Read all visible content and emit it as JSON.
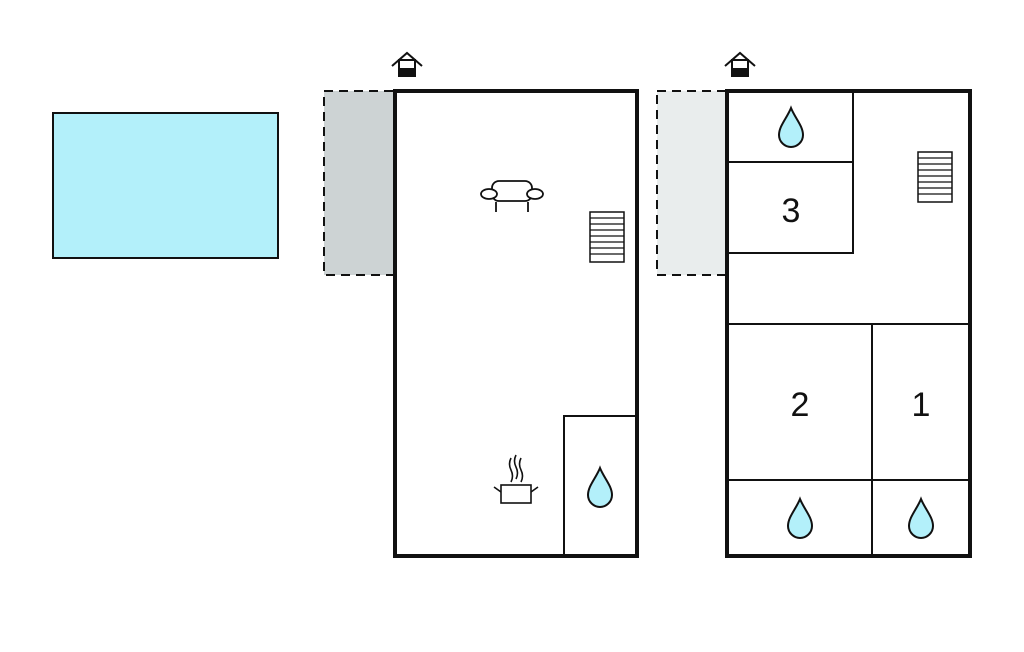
{
  "diagram": {
    "type": "floor-plan",
    "floors": [
      {
        "name": "ground-floor",
        "rooms": [
          {
            "id": "living-room",
            "icon": "sofa-icon"
          },
          {
            "id": "kitchen",
            "icon": "cooking-pot-icon"
          },
          {
            "id": "bathroom-ground",
            "icon": "water-drop-icon"
          }
        ],
        "features": [
          "entrance-icon",
          "stairs-icon",
          "terrace"
        ]
      },
      {
        "name": "upper-floor",
        "rooms": [
          {
            "id": "bathroom-top",
            "icon": "water-drop-icon"
          },
          {
            "id": "bedroom-3",
            "label": "3"
          },
          {
            "id": "bedroom-2",
            "label": "2"
          },
          {
            "id": "bedroom-1",
            "label": "1"
          },
          {
            "id": "bathroom-bedroom-2",
            "icon": "water-drop-icon"
          },
          {
            "id": "bathroom-bedroom-1",
            "icon": "water-drop-icon"
          }
        ],
        "features": [
          "entrance-icon",
          "stairs-icon",
          "balcony"
        ]
      }
    ],
    "pool": {
      "icon": "pool"
    }
  },
  "colors": {
    "wall": "#111111",
    "pool_fill": "#b3f0fa",
    "water_drop": "#b3f0fa",
    "terrace_fill": "#cdd3d4",
    "balcony_fill": "#e9eded",
    "background": "#ffffff"
  },
  "labels": {
    "room_3": "3",
    "room_2": "2",
    "room_1": "1"
  }
}
